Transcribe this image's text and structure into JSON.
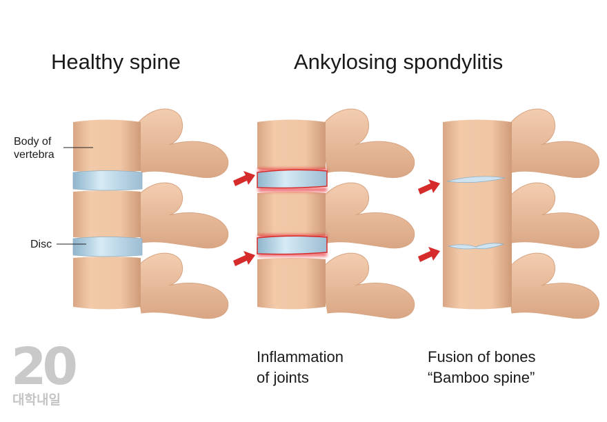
{
  "titles": {
    "healthy": "Healthy spine",
    "disease": "Ankylosing spondylitis"
  },
  "labels": {
    "body_line1": "Body of",
    "body_line2": "vertebra",
    "disc": "Disc"
  },
  "captions": {
    "inflammation_line1": "Inflammation",
    "inflammation_line2": "of joints",
    "fusion_line1": "Fusion of bones",
    "fusion_line2": "“Bamboo spine”"
  },
  "watermark": {
    "number": "20",
    "text": "대학내일"
  },
  "colors": {
    "bone": "#f0c7a6",
    "bone_shadow": "#d7a482",
    "disc": "#bcd9e8",
    "inflammation": "#e8343a",
    "arrow": "#d62b2b"
  }
}
